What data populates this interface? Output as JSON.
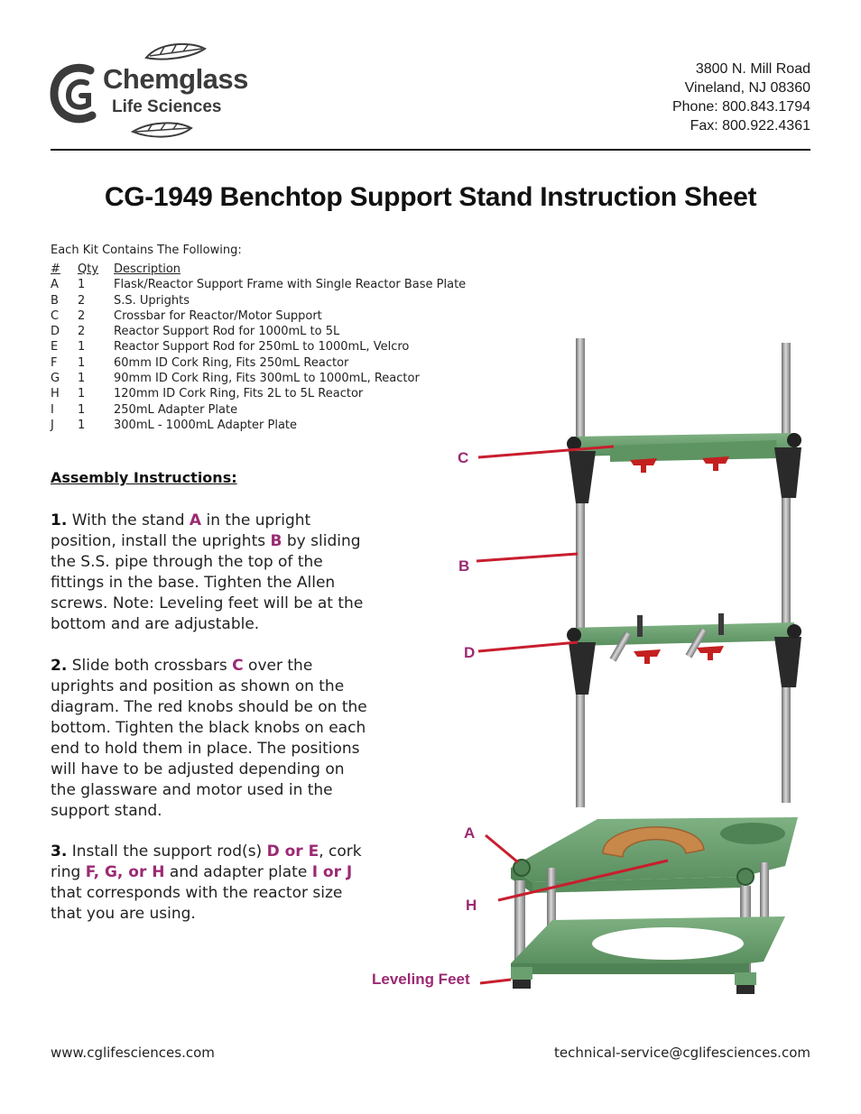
{
  "header": {
    "logo_name": "Chemglass",
    "logo_sub": "Life Sciences",
    "address": [
      "3800 N. Mill Road",
      "Vineland, NJ 08360",
      "Phone: 800.843.1794",
      "Fax: 800.922.4361"
    ]
  },
  "title": "CG-1949 Benchtop Support Stand Instruction Sheet",
  "kit": {
    "intro": "Each Kit Contains The Following:",
    "headers": [
      "#",
      "Qty",
      "Description"
    ],
    "rows": [
      [
        "A",
        "1",
        "Flask/Reactor Support Frame with Single Reactor Base Plate"
      ],
      [
        "B",
        "2",
        "S.S. Uprights"
      ],
      [
        "C",
        "2",
        "Crossbar for Reactor/Motor Support"
      ],
      [
        "D",
        "2",
        "Reactor Support Rod for 1000mL to 5L"
      ],
      [
        "E",
        "1",
        "Reactor Support Rod for 250mL to 1000mL, Velcro"
      ],
      [
        "F",
        "1",
        "60mm ID Cork Ring, Fits 250mL Reactor"
      ],
      [
        "G",
        "1",
        "90mm ID Cork Ring, Fits 300mL to 1000mL, Reactor"
      ],
      [
        "H",
        "1",
        "120mm ID Cork Ring, Fits 2L to 5L Reactor"
      ],
      [
        "I",
        "1",
        "250mL Adapter Plate"
      ],
      [
        "J",
        "1",
        "300mL - 1000mL Adapter Plate"
      ]
    ]
  },
  "assembly": {
    "heading": "Assembly Instructions:",
    "step1": {
      "num": "1.",
      "t1": " With the stand ",
      "h1": "A",
      "t2": " in the upright position, install the uprights ",
      "h2": "B",
      "t3": " by sliding the S.S. pipe through the top of the fittings in the base. Tighten the Allen screws. Note: Leveling feet will be at the bottom and are adjustable."
    },
    "step2": {
      "num": "2.",
      "t1": " Slide both crossbars ",
      "h1": "C",
      "t2": " over the uprights and position as shown on the diagram. The red knobs should be on the bottom. Tighten the black knobs on each end to hold them in place. The positions will have to be adjusted depending on the glassware and motor used in the support stand."
    },
    "step3": {
      "num": "3.",
      "t1": " Install the support rod(s) ",
      "h1": "D or E",
      "t2": ", cork ring ",
      "h2": "F, G, or H",
      "t3": " and adapter plate ",
      "h3": "I or J",
      "t4": " that corresponds with the reactor size that you are using."
    }
  },
  "figure": {
    "callouts": {
      "c": "C",
      "b": "B",
      "d": "D",
      "a": "A",
      "h": "H",
      "feet": "Leveling Feet"
    }
  },
  "footer": {
    "website": "www.cglifesciences.com",
    "email": "technical-service@cglifesciences.com"
  },
  "colors": {
    "accent": "#9b2a73",
    "frame_green": "#6aa06f",
    "knob_red": "#c42020",
    "arrow_red": "#c81e2e"
  }
}
